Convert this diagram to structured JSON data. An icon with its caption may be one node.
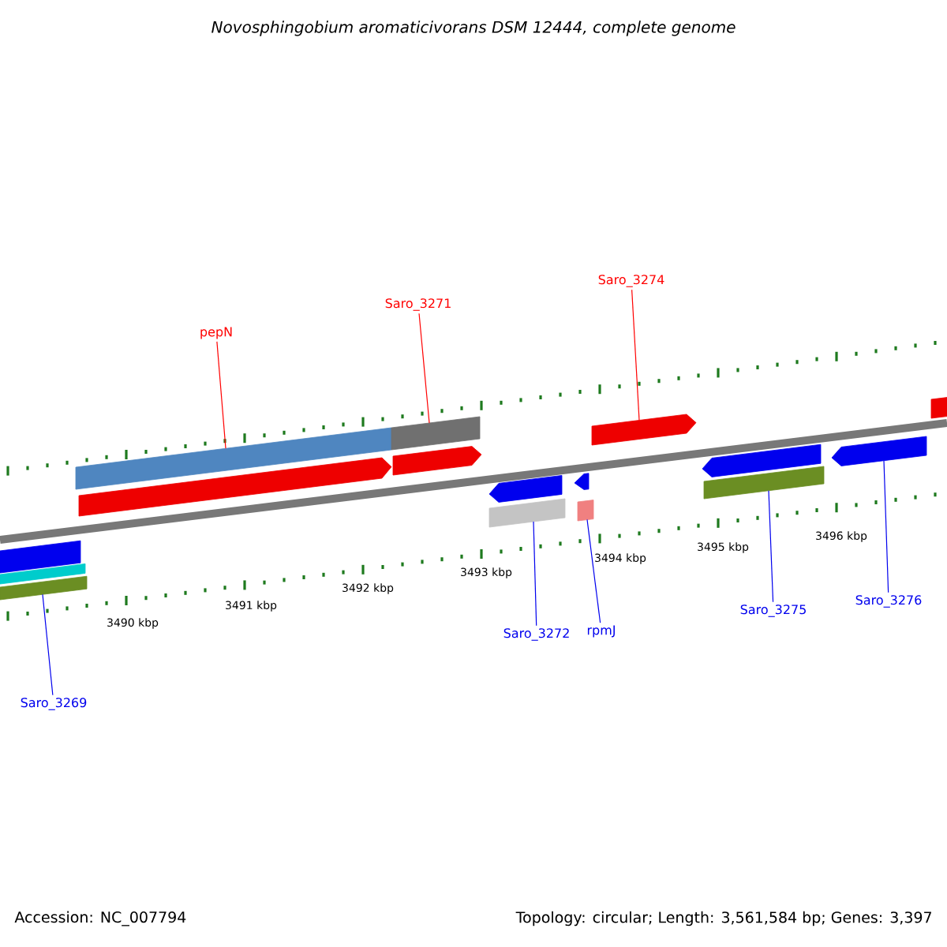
{
  "diagram": {
    "title": "Novosphingobium aromaticivorans DSM 12444, complete genome",
    "nodes": [
      {
        "text": [
          "pepN"
        ]
      },
      {
        "text": [
          "Saro_3271"
        ]
      },
      {
        "text": [
          "Saro_3274"
        ]
      },
      {
        "text": [
          "Saro_3269"
        ]
      },
      {
        "text": [
          "Saro_3272"
        ]
      },
      {
        "text": [
          "rpmJ"
        ]
      },
      {
        "text": [
          "Saro_3275"
        ]
      },
      {
        "text": [
          "Saro_3276"
        ]
      },
      {
        "text": [],
        "shape": "bar"
      },
      {
        "text": [],
        "shape": "bar"
      },
      {
        "text": [],
        "shape": "bar"
      },
      {
        "text": [],
        "shape": "bar"
      },
      {
        "text": [],
        "shape": "arrow"
      },
      {
        "text": [],
        "shape": "bar"
      },
      {
        "text": [],
        "shape": "arrow"
      },
      {
        "text": [],
        "shape": "arrow"
      },
      {
        "text": [],
        "shape": "bar"
      },
      {
        "text": [],
        "shape": "arrow"
      },
      {
        "text": [],
        "shape": "bar"
      },
      {
        "text": [],
        "shape": "arrow"
      },
      {
        "text": [],
        "shape": "arrow"
      },
      {
        "text": [],
        "shape": "bar"
      },
      {
        "text": [],
        "shape": "arrow"
      },
      {
        "text": [],
        "shape": "bar"
      }
    ],
    "edges": [
      {
        "from": 0,
        "to": 11,
        "arrow": "none",
        "color": "#ff0000"
      },
      {
        "from": 1,
        "to": 13,
        "arrow": "none",
        "color": "#ff0000"
      },
      {
        "from": 2,
        "to": 19,
        "arrow": "none",
        "color": "#ff0000"
      },
      {
        "from": 3,
        "to": 10,
        "arrow": "none"
      },
      {
        "from": 4,
        "to": 16,
        "arrow": "none"
      },
      {
        "from": 5,
        "to": 18,
        "arrow": "none"
      },
      {
        "from": 6,
        "to": 21,
        "arrow": "none"
      },
      {
        "from": 7,
        "to": 22,
        "arrow": "none"
      }
    ],
    "labels": [
      "3490 kbp",
      "3491 kbp",
      "3492 kbp",
      "3493 kbp",
      "3494 kbp",
      "3495 kbp",
      "3496 kbp",
      "Accession: NC_007794",
      "Topology: circular; Length: 3,561,584 bp; Genes: 3,397"
    ]
  }
}
